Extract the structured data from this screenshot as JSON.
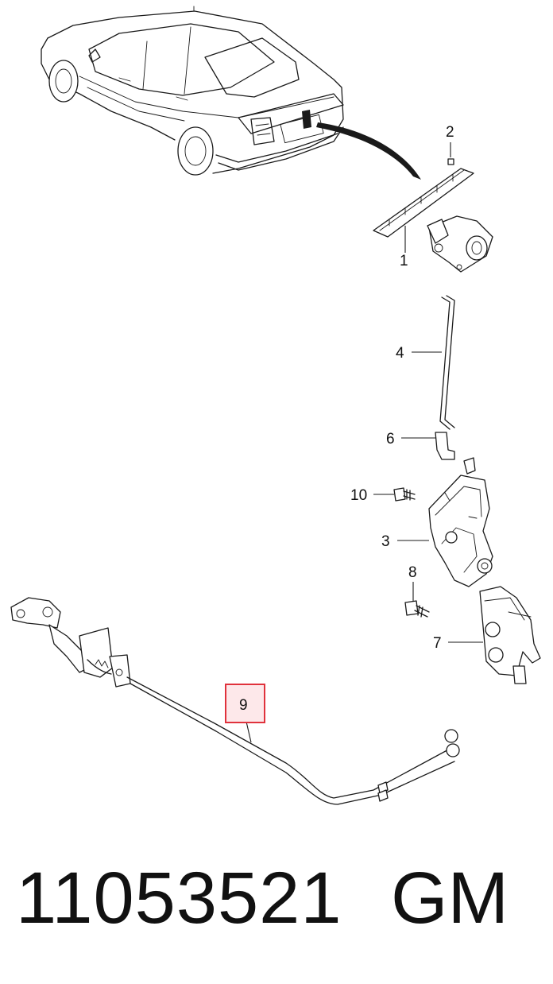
{
  "callouts": {
    "c1": "1",
    "c2": "2",
    "c3": "3",
    "c4": "4",
    "c6": "6",
    "c7": "7",
    "c8": "8",
    "c9": "9",
    "c10": "10"
  },
  "highlighted_callout": "9",
  "highlight_color": "#e0323c",
  "highlight_fill": "#fde8ea",
  "footer": {
    "part_number": "11053521",
    "brand": "GM"
  }
}
